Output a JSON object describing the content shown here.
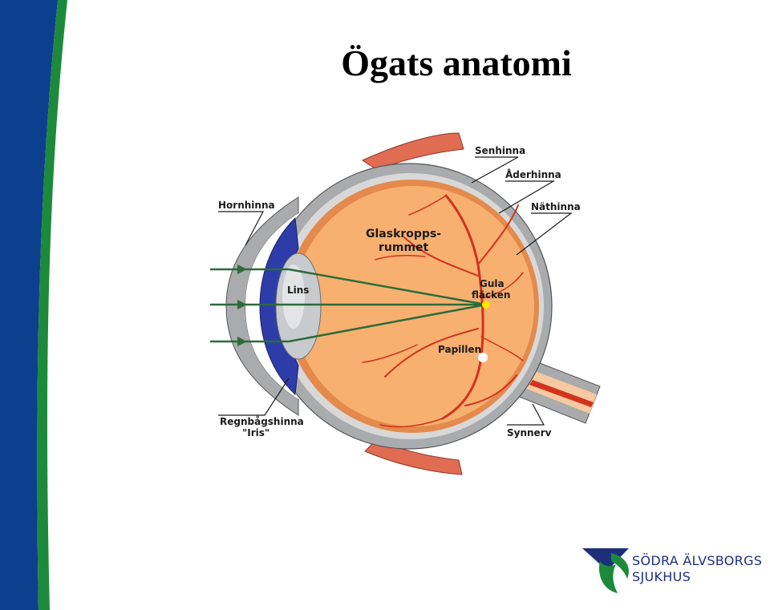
{
  "slide": {
    "title": "Ögats anatomi"
  },
  "diagram": {
    "labels": {
      "hornhinna": "Hornhinna",
      "senhinna": "Senhinna",
      "aderhinna": "Åderhinna",
      "nathinna": "Näthinna",
      "glaskropps_line1": "Glaskropps-",
      "glaskropps_line2": "rummet",
      "lins": "Lins",
      "gula_line1": "Gula",
      "gula_line2": "fläcken",
      "papillen": "Papillen",
      "regnbagshinna_line1": "Regnbågshinna",
      "regnbagshinna_line2": "\"Iris\"",
      "synnerv": "Synnerv"
    },
    "colors": {
      "sclera": "#a9abad",
      "choroid": "#d8d8d8",
      "retina_orange": "#f4a15e",
      "vitreous": "#f7b070",
      "iris_blue": "#2d3ca8",
      "lens": "#c8cbce",
      "vessel_red": "#d2321e",
      "muscle_red": "#e06c52",
      "ray_green": "#2d6b3a",
      "macula_yellow": "#ffe600"
    }
  },
  "branding": {
    "logo_line1": "SÖDRA ÄLVSBORGS",
    "logo_line2": "SJUKHUS",
    "band_blue": "#0d3f8f",
    "band_green": "#1c8a3a"
  }
}
